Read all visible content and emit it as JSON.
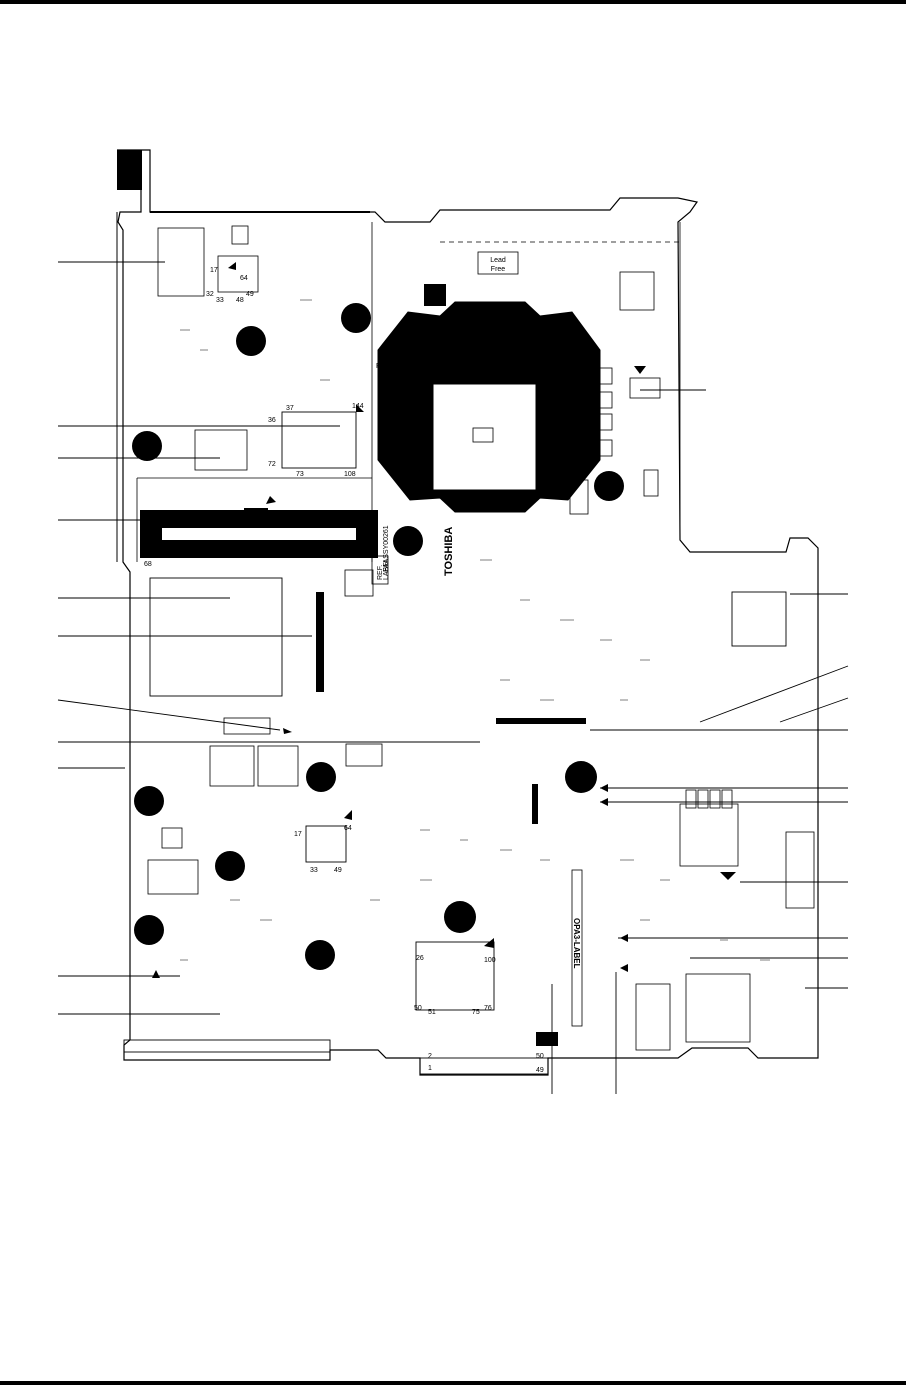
{
  "board_labels": {
    "lead_free": [
      "Lead",
      "Free"
    ],
    "toshiba": "TOSHIBA",
    "ref_label": [
      "REF.",
      "LABEL"
    ],
    "opa_label": "OPA3-LABEL",
    "reset": "RESET",
    "part_number": "FAASSY00261"
  },
  "pin_numbers": {
    "chip_top_left": [
      "17",
      "64",
      "32",
      "33",
      "49",
      "48"
    ],
    "chip_center": [
      "37",
      "144",
      "36",
      "72",
      "73",
      "108"
    ],
    "chip_lower_mid": [
      "17",
      "64",
      "33",
      "49"
    ],
    "chip_bottom": [
      "26",
      "100",
      "50",
      "51",
      "75",
      "76"
    ],
    "connector_top": [
      "68"
    ],
    "connector_bottom": [
      "2",
      "1",
      "50",
      "49"
    ]
  },
  "colors": {
    "ink": "#000000",
    "paper": "#ffffff",
    "socket": "#000000"
  }
}
